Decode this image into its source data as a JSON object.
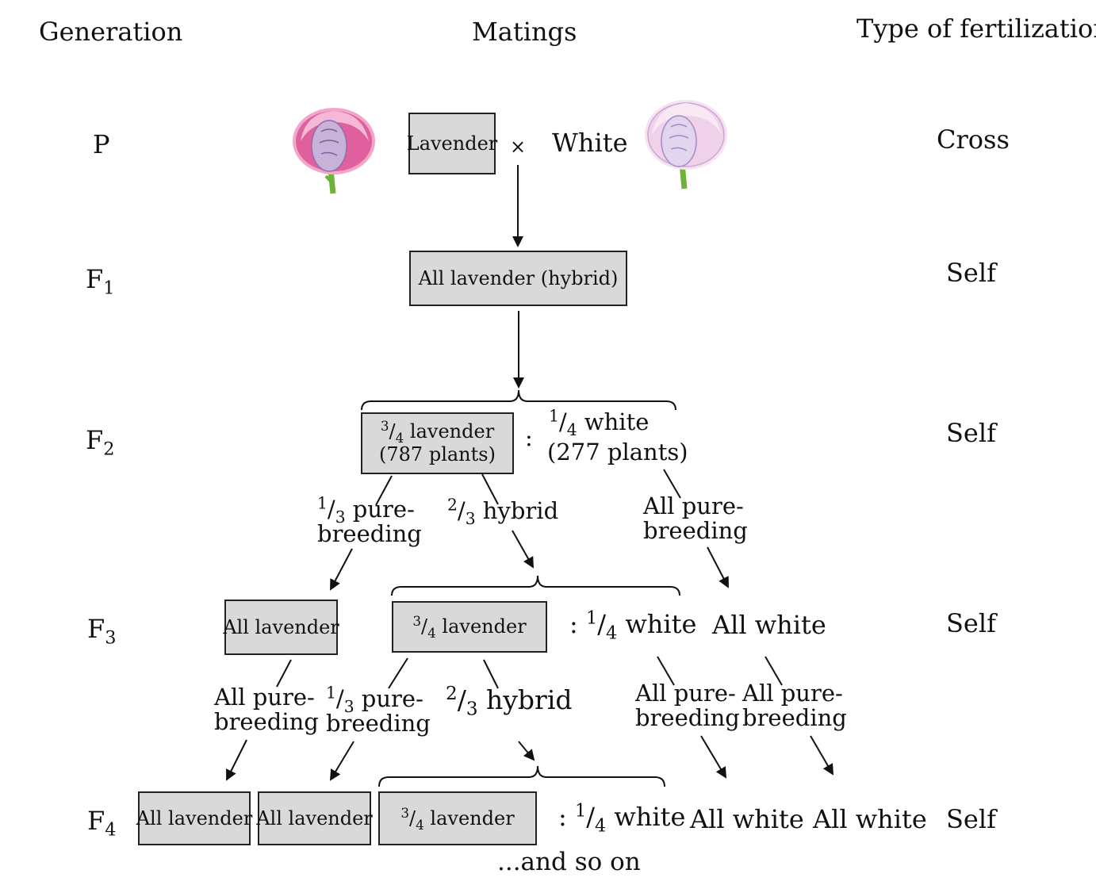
{
  "headers": {
    "generation": "Generation",
    "matings": "Matings",
    "type": "Type of fertilization"
  },
  "generations": {
    "p": "P",
    "f1": "F",
    "f1_sub": "1",
    "f2": "F",
    "f2_sub": "2",
    "f3": "F",
    "f3_sub": "3",
    "f4": "F",
    "f4_sub": "4"
  },
  "fertilization": {
    "p": "Cross",
    "f1": "Self",
    "f2": "Self",
    "f3": "Self",
    "f4": "Self"
  },
  "p_row": {
    "lavender_box": "Lavender",
    "cross_symbol": "×",
    "white": "White"
  },
  "f1_row": {
    "box": "All lavender (hybrid)"
  },
  "f2_row": {
    "box_num": "3",
    "box_den": "4",
    "box_text": " lavender",
    "box_count": "(787 plants)",
    "colon": ":",
    "white_num": "1",
    "white_den": "4",
    "white_text": " white",
    "white_count": "(277 plants)",
    "branch_pure_num": "1",
    "branch_pure_den": "3",
    "branch_pure_text": " pure-",
    "branch_pure_text2": "breeding",
    "branch_hybrid_num": "2",
    "branch_hybrid_den": "3",
    "branch_hybrid_text": " hybrid",
    "branch_white_text": "All pure-",
    "branch_white_text2": "breeding"
  },
  "f3_row": {
    "box_all_lavender": "All lavender",
    "box_num": "3",
    "box_den": "4",
    "box_text": " lavender",
    "colon": ":",
    "white_num": "1",
    "white_den": "4",
    "white_text": " white",
    "all_white": "All white",
    "branch_a_text": "All pure-",
    "branch_a_text2": "breeding",
    "branch_b_num": "1",
    "branch_b_den": "3",
    "branch_b_text": " pure-",
    "branch_b_text2": "breeding",
    "branch_c_num": "2",
    "branch_c_den": "3",
    "branch_c_text": " hybrid",
    "branch_d_text": "All pure-",
    "branch_d_text2": "breeding",
    "branch_e_text": "All pure-",
    "branch_e_text2": "breeding"
  },
  "f4_row": {
    "box1": "All lavender",
    "box2": "All lavender",
    "box_num": "3",
    "box_den": "4",
    "box_text": " lavender",
    "colon": ":",
    "white_num": "1",
    "white_den": "4",
    "white_text": " white",
    "all_white_1": "All white",
    "all_white_2": "All white",
    "and_so_on": "...and so on"
  },
  "colors": {
    "box_fill": "#d9d9d9",
    "petal_lavender": "#e0609e",
    "petal_white": "#efd2ea",
    "stem": "#6fb23a"
  }
}
